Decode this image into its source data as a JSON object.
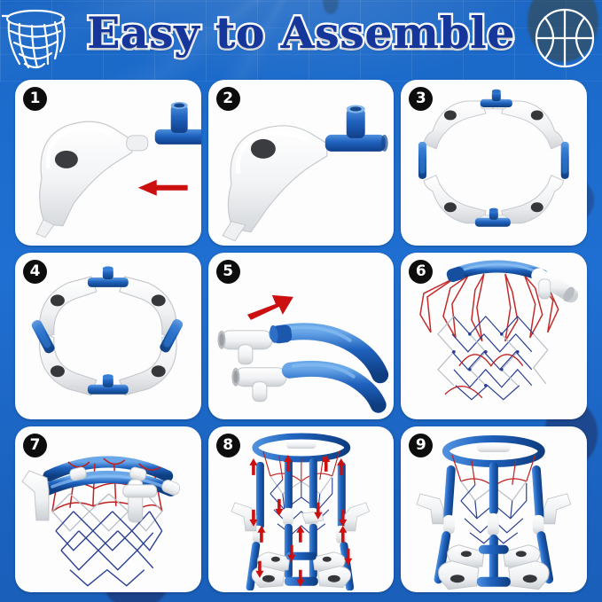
{
  "header": {
    "title": "Easy to Assemble",
    "left_icon": "basketball-hoop-icon",
    "right_icon": "basketball-icon"
  },
  "colors": {
    "background_blue": "#1c6ccd",
    "title_ink": "#15379c",
    "title_outline": "#ffffff",
    "panel_white": "#fdfdfd",
    "arrow_red": "#cc1010",
    "part_blue": "#1a5fbe",
    "part_blue_dark": "#11408c",
    "part_white": "#f4f5f7",
    "net_red": "#c02020",
    "net_blue": "#27429b",
    "badge_black": "#0d0d0d"
  },
  "panels": [
    {
      "number": "1",
      "name": "panel-step-1",
      "description": "White curved frame arm with dark oval cap being pushed toward a blue T-connector",
      "arrow": "left",
      "parts": [
        "white-curved-arm",
        "blue-tee-connector"
      ]
    },
    {
      "number": "2",
      "name": "panel-step-2",
      "description": "White curved arm joined to the blue T-connector",
      "arrow": "none",
      "parts": [
        "white-curved-arm",
        "blue-tee-connector"
      ]
    },
    {
      "number": "3",
      "name": "panel-step-3",
      "description": "Four white curved arms laid out in a ring with blue tee and pin connectors between them",
      "arrow": "none",
      "parts": [
        "white-curved-arm",
        "blue-tee-connector",
        "blue-pin-connector"
      ]
    },
    {
      "number": "4",
      "name": "panel-step-4",
      "description": "Completed float base ring assembled from four arms and four connectors",
      "arrow": "none",
      "parts": [
        "assembled-base-ring"
      ]
    },
    {
      "number": "5",
      "name": "panel-step-5",
      "description": "Two white T-connectors and two blue curved rim tubes being joined",
      "arrow": "up-right",
      "parts": [
        "white-tee-connector",
        "blue-curved-rim-tube"
      ]
    },
    {
      "number": "6",
      "name": "panel-step-6",
      "description": "Rim tube threaded through the red white and blue basketball net",
      "arrow": "none",
      "parts": [
        "blue-rim-tube",
        "basketball-net"
      ]
    },
    {
      "number": "7",
      "name": "panel-step-7",
      "description": "Completed hoop ring with net hanging and two white hook connectors",
      "arrow": "none",
      "parts": [
        "assembled-hoop",
        "basketball-net",
        "white-hook-connector"
      ]
    },
    {
      "number": "8",
      "name": "panel-step-8",
      "description": "Full stand assembly showing poles pushed into base and hoop with up and down direction arrows",
      "arrow": "up-down-multiple",
      "parts": [
        "hoop-with-net",
        "blue-pole",
        "white-hook-arm",
        "base-ring"
      ]
    },
    {
      "number": "9",
      "name": "panel-step-9",
      "description": "Finished floating pool basketball hoop stand fully assembled",
      "arrow": "none",
      "parts": [
        "complete-assembly"
      ]
    }
  ]
}
